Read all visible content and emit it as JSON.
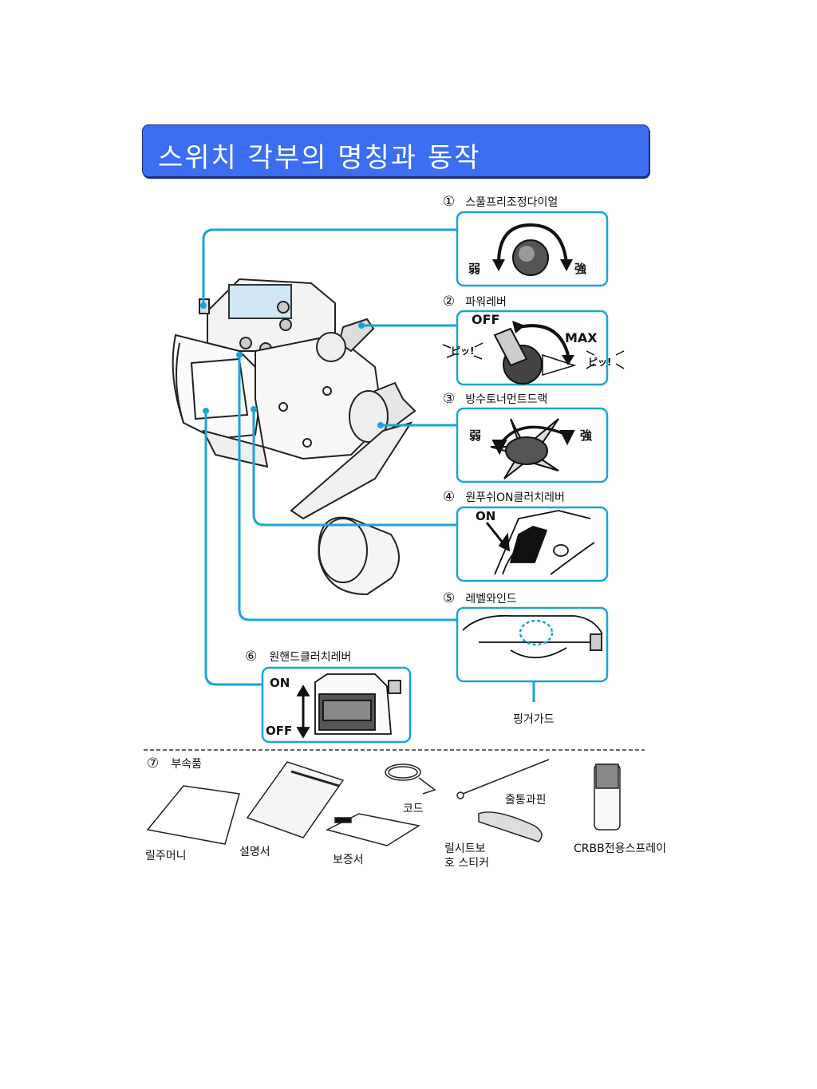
{
  "title": "스위치 각부의 명칭과 동작",
  "parts": [
    {
      "num": "①",
      "label": "스풀프리조정다이얼"
    },
    {
      "num": "②",
      "label": "파워레버"
    },
    {
      "num": "③",
      "label": "방수토너먼트드랙"
    },
    {
      "num": "④",
      "label": "원푸쉬ON클러치레버"
    },
    {
      "num": "⑤",
      "label": "레벨와인드"
    },
    {
      "num": "⑥",
      "label": "원핸드클러치레버"
    },
    {
      "num": "⑦",
      "label": "부속품"
    }
  ],
  "panel1": {
    "left_mark": "弱",
    "right_mark": "強"
  },
  "panel2": {
    "off": "OFF",
    "max": "MAX",
    "beep": "ピッ!"
  },
  "panel3": {
    "left_mark": "弱",
    "right_mark": "強"
  },
  "panel4": {
    "on": "ON"
  },
  "panel6": {
    "on": "ON",
    "off": "OFF"
  },
  "finger_guard": "핑거가드",
  "accessories": {
    "pouch": "릴주머니",
    "manual": "설명서",
    "warranty": "보증서",
    "cord": "코드",
    "pin": "줄통과핀",
    "sticker": "릴시트보\n호 스티커",
    "spray": "CRBB전용스프레이"
  },
  "colors": {
    "accent": "#3b6ef0",
    "line": "#1aa3d9"
  }
}
